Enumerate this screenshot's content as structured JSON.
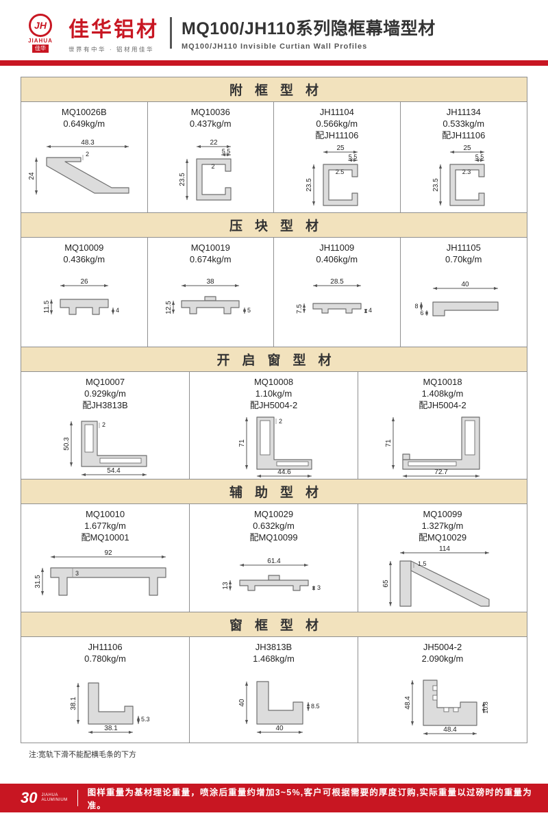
{
  "header": {
    "logo_mark": "JH",
    "logo_text": "JIAHUA",
    "logo_box": "佳华",
    "brand": "佳华铝材",
    "brand_sub": "世界有中华 · 铝材用佳华",
    "title": "MQ100/JH110系列隐框幕墙型材",
    "subtitle": "MQ100/JH110  Invisible  Curtian  Wall  Profiles"
  },
  "sections": [
    {
      "title": "附框型材",
      "items": [
        {
          "model": "MQ10026B",
          "weight": "0.649kg/m",
          "dims": [
            "48.3",
            "24",
            "2"
          ]
        },
        {
          "model": "MQ10036",
          "weight": "0.437kg/m",
          "dims": [
            "22",
            "5.5",
            "23.5",
            "2"
          ]
        },
        {
          "model": "JH11104",
          "weight": "0.566kg/m",
          "match": "配JH11106",
          "dims": [
            "25",
            "5.5",
            "23.5",
            "2.5"
          ]
        },
        {
          "model": "JH11134",
          "weight": "0.533kg/m",
          "match": "配JH11106",
          "dims": [
            "25",
            "5.5",
            "23.5",
            "2.3"
          ]
        }
      ]
    },
    {
      "title": "压块型材",
      "items": [
        {
          "model": "MQ10009",
          "weight": "0.436kg/m",
          "dims": [
            "26",
            "11.5",
            "4"
          ]
        },
        {
          "model": "MQ10019",
          "weight": "0.674kg/m",
          "dims": [
            "38",
            "12.5",
            "5"
          ]
        },
        {
          "model": "JH11009",
          "weight": "0.406kg/m",
          "dims": [
            "28.5",
            "7.5",
            "4"
          ]
        },
        {
          "model": "JH11105",
          "weight": "0.70kg/m",
          "dims": [
            "40",
            "8",
            "6"
          ]
        }
      ]
    },
    {
      "title": "开启窗型材",
      "items": [
        {
          "model": "MQ10007",
          "weight": "0.929kg/m",
          "match": "配JH3813B",
          "dims": [
            "50.3",
            "2",
            "54.4"
          ]
        },
        {
          "model": "MQ10008",
          "weight": "1.10kg/m",
          "match": "配JH5004-2",
          "dims": [
            "71",
            "2",
            "44.6"
          ]
        },
        {
          "model": "MQ10018",
          "weight": "1.408kg/m",
          "match": "配JH5004-2",
          "dims": [
            "71",
            "72.7"
          ]
        }
      ]
    },
    {
      "title": "辅助型材",
      "items": [
        {
          "model": "MQ10010",
          "weight": "1.677kg/m",
          "match": "配MQ10001",
          "dims": [
            "92",
            "31.5",
            "3"
          ]
        },
        {
          "model": "MQ10029",
          "weight": "0.632kg/m",
          "match": "配MQ10099",
          "dims": [
            "61.4",
            "13",
            "3"
          ]
        },
        {
          "model": "MQ10099",
          "weight": "1.327kg/m",
          "match": "配MQ10029",
          "dims": [
            "114",
            "65",
            "1.5"
          ]
        }
      ]
    },
    {
      "title": "窗框型材",
      "items": [
        {
          "model": "JH11106",
          "weight": "0.780kg/m",
          "dims": [
            "38.1",
            "38.1",
            "5.3"
          ]
        },
        {
          "model": "JH3813B",
          "weight": "1.468kg/m",
          "dims": [
            "40",
            "40",
            "8.5"
          ]
        },
        {
          "model": "JH5004-2",
          "weight": "2.090kg/m",
          "dims": [
            "48.4",
            "48.4",
            "10.8"
          ]
        }
      ]
    }
  ],
  "note": "注:宽轨下滑不能配横毛条的下方",
  "footer": {
    "page": "30",
    "brand_line1": "JIAHUA",
    "brand_line2": "ALUMINIUM",
    "text": "图样重量为基材理论重量，喷涂后重量约增加3~5%,客户可根据需要的厚度订购,实际重量以过磅时的重量为准。"
  },
  "colors": {
    "accent": "#c81622",
    "section_bg": "#f2e2bd"
  }
}
